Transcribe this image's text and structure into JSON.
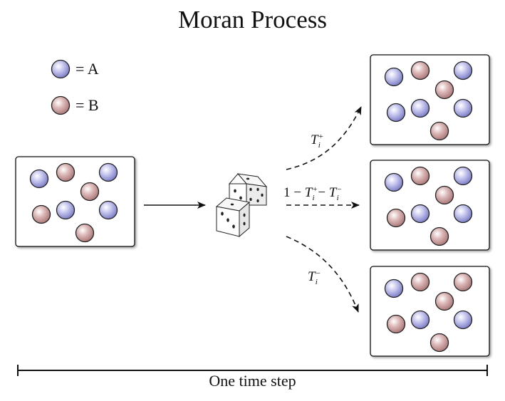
{
  "title": "Moran Process",
  "legend": {
    "a_label": "= A",
    "b_label": "= B"
  },
  "colors": {
    "type_a": "#a9a9de",
    "type_b": "#c8a0a0"
  },
  "transitions": {
    "up": {
      "symbol": "T",
      "sub": "i",
      "sup": "+"
    },
    "stay": {
      "prefix": "1 − ",
      "t1_symbol": "T",
      "t1_sub": "i",
      "t1_sup": "+",
      "minus": " − ",
      "t2_symbol": "T",
      "t2_sub": "i",
      "t2_sup": "−"
    },
    "down": {
      "symbol": "T",
      "sub": "i",
      "sup": "−"
    }
  },
  "bottom_label": "One time step",
  "populations": {
    "initial": [
      "A",
      "B",
      "A",
      "B",
      "B",
      "A",
      "A",
      "B"
    ],
    "upper": [
      "A",
      "B",
      "A",
      "B",
      "A",
      "A",
      "A",
      "B"
    ],
    "middle": [
      "A",
      "B",
      "A",
      "B",
      "B",
      "A",
      "A",
      "B"
    ],
    "lower": [
      "A",
      "B",
      "B",
      "B",
      "B",
      "A",
      "A",
      "B"
    ]
  }
}
